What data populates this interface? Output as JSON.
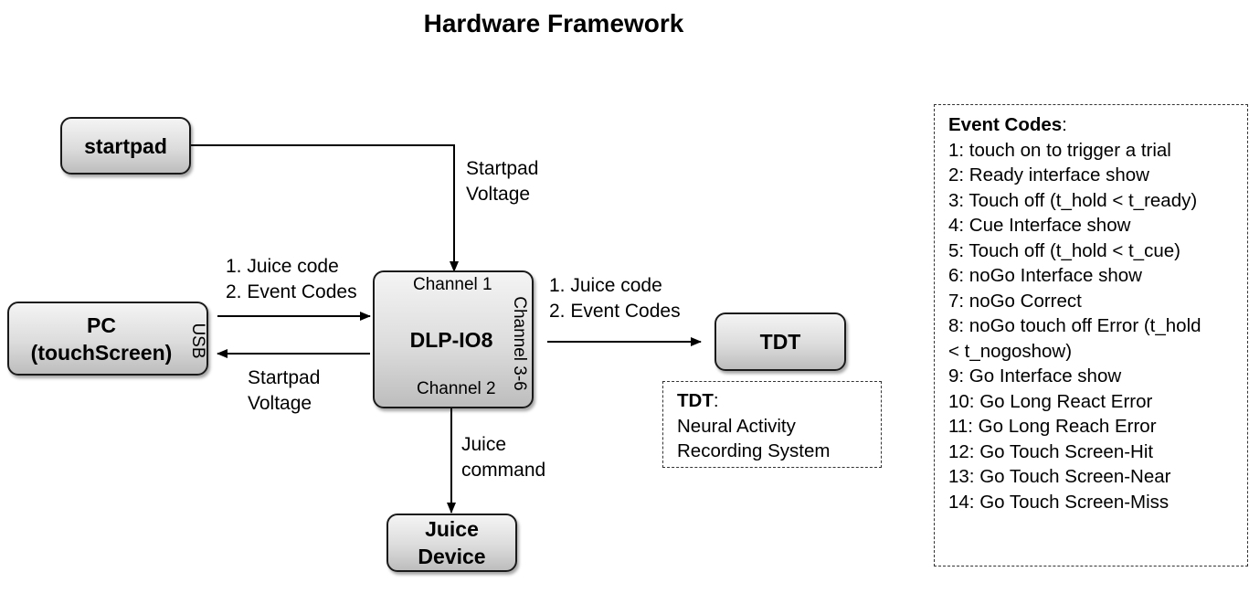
{
  "title": "Hardware Framework",
  "nodes": {
    "startpad": "startpad",
    "pc_line1": "PC",
    "pc_line2": "(touchScreen)",
    "pc_port": "USB",
    "dlp": "DLP-IO8",
    "dlp_channel1": "Channel 1",
    "dlp_channel2": "Channel 2",
    "dlp_channel36": "Channel 3-6",
    "tdt": "TDT",
    "juice_line1": "Juice",
    "juice_line2": "Device"
  },
  "edge_labels": {
    "startpad_voltage_top_1": "Startpad",
    "startpad_voltage_top_2": "Voltage",
    "pc_to_dlp_1": "1. Juice code",
    "pc_to_dlp_2": "2. Event Codes",
    "dlp_to_pc_1": "Startpad",
    "dlp_to_pc_2": "Voltage",
    "dlp_to_tdt_1": "1. Juice code",
    "dlp_to_tdt_2": "2. Event Codes",
    "dlp_to_juice_1": "Juice",
    "dlp_to_juice_2": "command"
  },
  "tdt_note": {
    "heading": "TDT",
    "colon": ":",
    "line1": "Neural Activity",
    "line2": "Recording System"
  },
  "event_codes": {
    "heading": "Event Codes",
    "colon": ":",
    "items": [
      "1: touch on to trigger a trial",
      "2: Ready interface show",
      "3: Touch off (t_hold < t_ready)",
      "4: Cue Interface show",
      "5: Touch off (t_hold < t_cue)",
      "6: noGo Interface show",
      "7: noGo Correct",
      "8: noGo touch off Error (t_hold",
      "< t_nogoshow)",
      "9: Go Interface show",
      "10: Go Long React Error",
      "11: Go Long Reach Error",
      "12: Go Touch Screen-Hit",
      "13: Go Touch Screen-Near",
      "14: Go Touch Screen-Miss"
    ]
  }
}
